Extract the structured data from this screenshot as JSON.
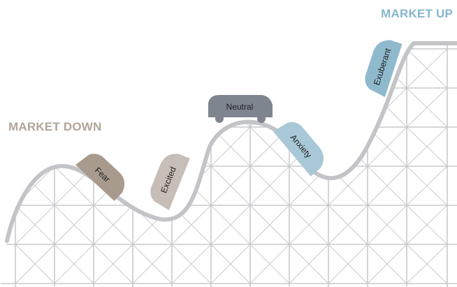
{
  "labels": {
    "market_down": "MARKET DOWN",
    "market_up": "MARKET UP"
  },
  "cars": [
    {
      "id": "fear",
      "label": "Fear"
    },
    {
      "id": "excited",
      "label": "Excited"
    },
    {
      "id": "neutral",
      "label": "Neutral"
    },
    {
      "id": "anxiety",
      "label": "Anxiety"
    },
    {
      "id": "exuberant",
      "label": "Exuberant"
    }
  ],
  "colors": {
    "market_down": "#b0a49a",
    "market_up": "#86b6cc",
    "track": "#c3c4c8",
    "lattice": "#c9cacd",
    "fear_car": "#a89b8e",
    "excited_car": "#c7beb7",
    "neutral_car": "#7f858e",
    "anxiety_car": "#a8c8d8",
    "exuberant_car": "#8fb9cd"
  }
}
